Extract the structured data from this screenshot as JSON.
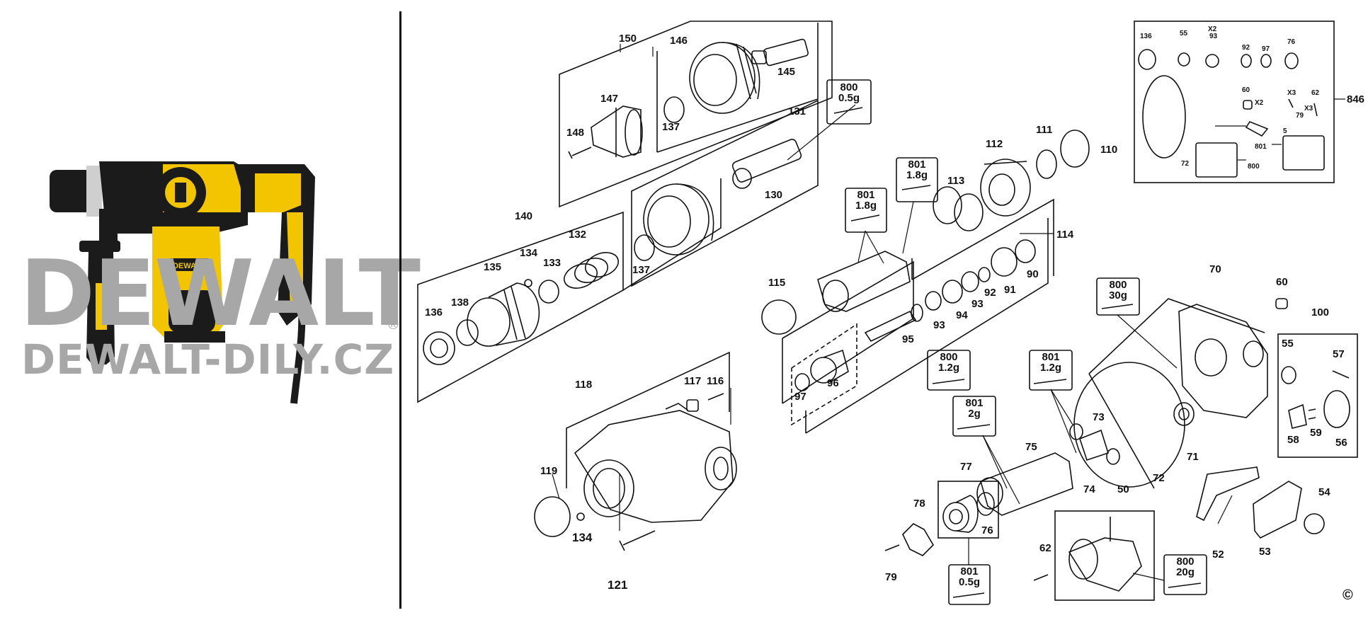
{
  "watermark": {
    "brand": "DEWALT",
    "registered": "®",
    "site": "DEWALT-DILY.CZ"
  },
  "drill_logo": "DEWALT",
  "copyright_symbol": "©",
  "callouts": {
    "c150": "150",
    "c146": "146",
    "c145": "145",
    "c147": "147",
    "c148": "148",
    "c137a": "137",
    "c131": "131",
    "c130": "130",
    "c137b": "137",
    "c140": "140",
    "c132": "132",
    "c134a": "134",
    "c133": "133",
    "c135": "135",
    "c138": "138",
    "c136a": "136",
    "c118": "118",
    "c117": "117",
    "c116": "116",
    "c119": "119",
    "c134b": "134",
    "c121": "121",
    "c112": "112",
    "c111": "111",
    "c110": "110",
    "c113": "113",
    "c114": "114",
    "c115": "115",
    "c90": "90",
    "c91": "91",
    "c92": "92",
    "c93a": "93",
    "c94": "94",
    "c93b": "93",
    "c95": "95",
    "c96": "96",
    "c97": "97",
    "c75": "75",
    "c73": "73",
    "c74": "74",
    "c77": "77",
    "c76": "76",
    "c78": "78",
    "c79a": "79",
    "c62a": "62",
    "c50": "50",
    "c52": "52",
    "c53": "53",
    "c54": "54",
    "c70": "70",
    "c60a": "60",
    "c71": "71",
    "c72a": "72",
    "c100": "100",
    "c55a": "55",
    "c57": "57",
    "c58": "58",
    "c59": "59",
    "c56": "56",
    "c846": "846",
    "c136b": "136",
    "c55b": "55",
    "c93c": "93",
    "c92b": "92",
    "c97b": "97",
    "c76b": "76",
    "c60b": "60",
    "c79b": "79",
    "c62b": "62",
    "c5": "5",
    "c801k": "801",
    "c800k": "800",
    "c72b": "72",
    "x2a": "X2",
    "x2b": "X2",
    "x3a": "X3",
    "x3b": "X3"
  },
  "grease_boxes": [
    {
      "code": "800",
      "amount": "0.5g"
    },
    {
      "code": "801",
      "amount": "1.8g"
    },
    {
      "code": "801",
      "amount": "1.8g"
    },
    {
      "code": "800",
      "amount": "30g"
    },
    {
      "code": "800",
      "amount": "1.2g"
    },
    {
      "code": "801",
      "amount": "1.2g"
    },
    {
      "code": "801",
      "amount": "2g"
    },
    {
      "code": "801",
      "amount": "0.5g"
    },
    {
      "code": "800",
      "amount": "20g"
    }
  ],
  "colors": {
    "drill_yellow": "#f2c500",
    "drill_black": "#1b1b1b",
    "watermark_gray": "#a7a7a7",
    "line": "#111111"
  }
}
